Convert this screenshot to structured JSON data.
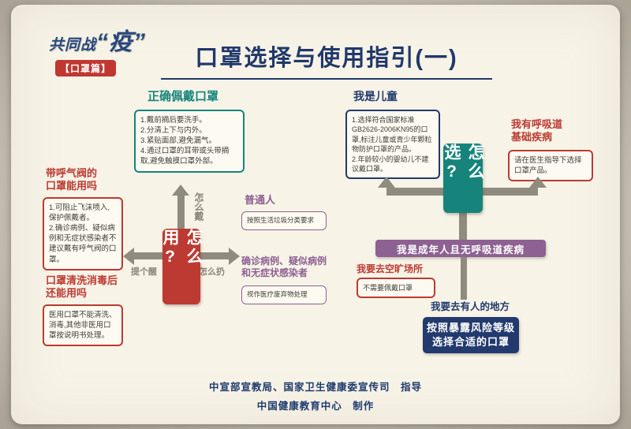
{
  "logo": {
    "line1": "共同战",
    "line1_accent": "“疫”",
    "badge": "【口罩篇】"
  },
  "title": "口罩选择与使用指引(一)",
  "flow": {
    "how_to_use": "怎么用?",
    "how_to_choose": "怎么选?",
    "labels": {
      "how_to_wear": "怎么戴",
      "reminder": "提个醒",
      "how_to_discard": "怎么扔"
    },
    "wear_correctly": {
      "title": "正确佩戴口罩",
      "body": "1.戴前摘后要洗手。\n2.分清上下与内外。\n3.紧贴面部,避免漏气。\n4.通过口罩的耳带或头带摘取,避免触摸口罩外部。"
    },
    "valve_mask": {
      "title": "带呼气阀的\n口罩能用吗",
      "body": "1.可阻止飞沫喷入,保护佩戴者。\n2.确诊病例、疑似病例和无症状感染者不建议戴有呼气阀的口罩。"
    },
    "washed_mask": {
      "title": "口罩清洗消毒后\n还能用吗",
      "body": "医用口罩不能清洗、消毒,其他非医用口罩按说明书处理。"
    },
    "ordinary_people": {
      "title": "普通人",
      "body": "按照生活垃圾分类要求"
    },
    "confirmed_cases": {
      "title": "确诊病例、疑似病例\n和无症状感染者",
      "body": "视作医疗废弃物处理"
    },
    "child": {
      "title": "我是儿童",
      "body": "1.选择符合国家标准GB2626-2006KN95的口罩,标注儿童或青少年颗粒物防护口罩的产品。\n2.年龄较小的婴幼儿不建议戴口罩。"
    },
    "respiratory_disease": {
      "title": "我有呼吸道\n基础疾病",
      "body": "请在医生指导下选择口罩产品。"
    },
    "adult_bar": "我是成年人且无呼吸道疾病",
    "open_area": {
      "title": "我要去空旷场所",
      "body": "不需要佩戴口罩"
    },
    "crowded_area": {
      "title": "我要去有人的地方",
      "body": "按照暴露风险等级\n选择合适的口罩"
    }
  },
  "footer": {
    "line1": "中宣部宣教局、国家卫生健康委宣传司　指导",
    "line2": "中国健康教育中心　制作"
  }
}
